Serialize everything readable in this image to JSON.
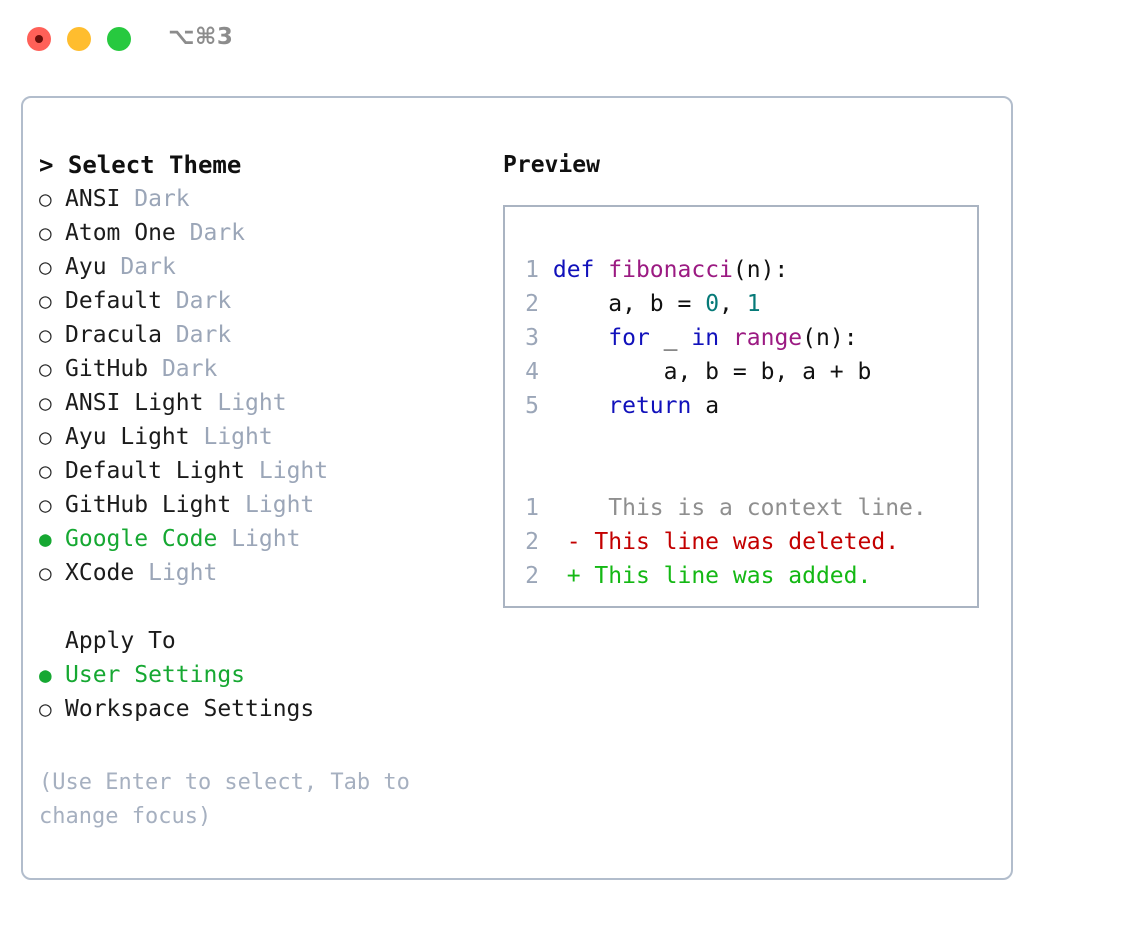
{
  "window": {
    "shortcut_label": "⌥⌘3",
    "traffic_lights": [
      {
        "name": "close",
        "color": "#ff6058"
      },
      {
        "name": "minimize",
        "color": "#ffbd2e"
      },
      {
        "name": "maximize",
        "color": "#27c93f"
      }
    ]
  },
  "theme_picker": {
    "heading": "> Select Theme",
    "selected_bullet": "●",
    "unselected_bullet": "○",
    "accent_color": "#16a832",
    "items": [
      {
        "bullet": "○",
        "name": "ANSI",
        "tag": "Dark",
        "selected": false
      },
      {
        "bullet": "○",
        "name": "Atom One",
        "tag": "Dark",
        "selected": false
      },
      {
        "bullet": "○",
        "name": "Ayu",
        "tag": "Dark",
        "selected": false
      },
      {
        "bullet": "○",
        "name": "Default",
        "tag": "Dark",
        "selected": false
      },
      {
        "bullet": "○",
        "name": "Dracula",
        "tag": "Dark",
        "selected": false
      },
      {
        "bullet": "○",
        "name": "GitHub",
        "tag": "Dark",
        "selected": false
      },
      {
        "bullet": "○",
        "name": "ANSI Light",
        "tag": "Light",
        "selected": false
      },
      {
        "bullet": "○",
        "name": "Ayu Light",
        "tag": "Light",
        "selected": false
      },
      {
        "bullet": "○",
        "name": "Default Light",
        "tag": "Light",
        "selected": false
      },
      {
        "bullet": "○",
        "name": "GitHub Light",
        "tag": "Light",
        "selected": false
      },
      {
        "bullet": "●",
        "name": "Google Code",
        "tag": "Light",
        "selected": true
      },
      {
        "bullet": "○",
        "name": "XCode",
        "tag": "Light",
        "selected": false
      }
    ]
  },
  "apply_to": {
    "heading": "Apply To",
    "items": [
      {
        "bullet": "●",
        "label": "User Settings",
        "selected": true
      },
      {
        "bullet": "○",
        "label": "Workspace Settings",
        "selected": false
      }
    ]
  },
  "hint": "(Use Enter to select, Tab to change focus)",
  "preview": {
    "title": "Preview",
    "code_lines": [
      {
        "no": "1",
        "tokens": [
          {
            "t": "def",
            "c": "kw"
          },
          {
            "t": " ",
            "c": "plain"
          },
          {
            "t": "fibonacci",
            "c": "fn"
          },
          {
            "t": "(n):",
            "c": "punc"
          }
        ]
      },
      {
        "no": "2",
        "tokens": [
          {
            "t": "    a, b = ",
            "c": "plain"
          },
          {
            "t": "0",
            "c": "num"
          },
          {
            "t": ", ",
            "c": "plain"
          },
          {
            "t": "1",
            "c": "num"
          }
        ]
      },
      {
        "no": "3",
        "tokens": [
          {
            "t": "    ",
            "c": "plain"
          },
          {
            "t": "for",
            "c": "kw"
          },
          {
            "t": " _ ",
            "c": "plain"
          },
          {
            "t": "in",
            "c": "kw"
          },
          {
            "t": " ",
            "c": "plain"
          },
          {
            "t": "range",
            "c": "fn"
          },
          {
            "t": "(n):",
            "c": "punc"
          }
        ]
      },
      {
        "no": "4",
        "tokens": [
          {
            "t": "        a, b = b, a + b",
            "c": "plain"
          }
        ]
      },
      {
        "no": "5",
        "tokens": [
          {
            "t": "    ",
            "c": "plain"
          },
          {
            "t": "return",
            "c": "kw"
          },
          {
            "t": " a",
            "c": "plain"
          }
        ]
      }
    ],
    "diff_lines": [
      {
        "no": "1",
        "marker": " ",
        "text": "  This is a context line.",
        "kind": "ctx"
      },
      {
        "no": "2",
        "marker": "-",
        "text": " This line was deleted.",
        "kind": "del"
      },
      {
        "no": "2",
        "marker": "+",
        "text": " This line was added.",
        "kind": "add"
      }
    ],
    "colors": {
      "keyword": "#1111bb",
      "function": "#9b1a82",
      "number": "#067a78",
      "plain": "#111111",
      "line_number": "#9ba6b8",
      "diff_context": "#8f8f8f",
      "diff_deleted": "#c30000",
      "diff_added": "#14b814"
    }
  }
}
